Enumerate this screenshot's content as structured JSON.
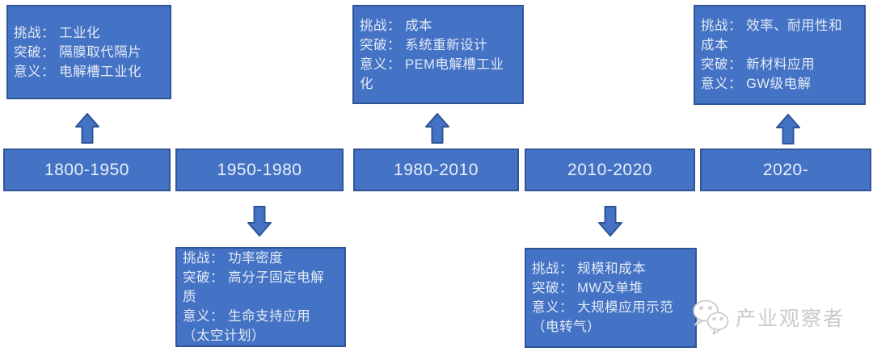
{
  "palette": {
    "box_fill": "#4472C4",
    "box_border": "#2F5597",
    "box_text": "#E3EAF6",
    "watermark_gray": "#C9C9C9"
  },
  "timeline": {
    "periods": [
      "1800-1950",
      "1950-1980",
      "1980-2010",
      "2010-2020",
      "2020-"
    ]
  },
  "callouts": [
    {
      "period": "1800-1950",
      "placement": "above",
      "lines": [
        "挑战： 工业化",
        "突破： 隔膜取代隔片",
        "意义： 电解槽工业化"
      ]
    },
    {
      "period": "1950-1980",
      "placement": "below",
      "lines": [
        "挑战： 功率密度",
        "突破： 高分子固定电解",
        "质",
        "意义： 生命支持应用",
        "（太空计划）"
      ]
    },
    {
      "period": "1980-2010",
      "placement": "above",
      "lines": [
        "挑战： 成本",
        "突破： 系统重新设计",
        "意义： PEM电解槽工业",
        "化"
      ]
    },
    {
      "period": "2010-2020",
      "placement": "below",
      "lines": [
        "挑战： 规模和成本",
        "突破： MW及单堆",
        "意义： 大规模应用示范",
        "（电转气）"
      ]
    },
    {
      "period": "2020-",
      "placement": "above",
      "lines": [
        "挑战： 效率、耐用性和",
        "成本",
        "突破： 新材料应用",
        "意义： GW级电解"
      ]
    }
  ],
  "watermark": {
    "label": "产业观察者",
    "icon": "wechat-chat-bubbles"
  }
}
